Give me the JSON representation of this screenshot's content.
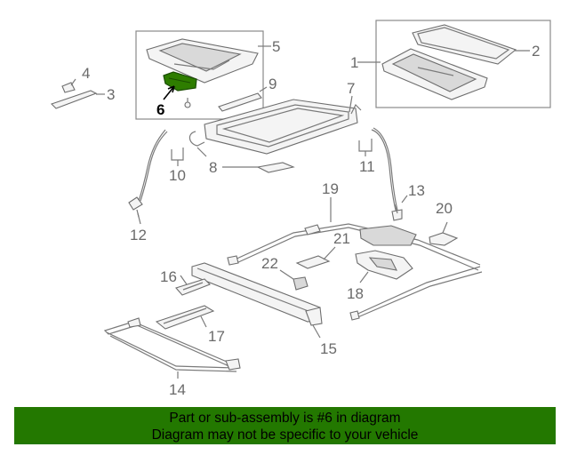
{
  "callouts": {
    "c1": "1",
    "c2": "2",
    "c3": "3",
    "c4": "4",
    "c5": "5",
    "c6": "6",
    "c7": "7",
    "c8": "8",
    "c9": "9",
    "c10": "10",
    "c11": "11",
    "c12": "12",
    "c13": "13",
    "c14": "14",
    "c15": "15",
    "c16": "16",
    "c17": "17",
    "c18": "18",
    "c19": "19",
    "c20": "20",
    "c21": "21",
    "c22": "22"
  },
  "highlight": {
    "callout": "6",
    "color": "#2e7d00"
  },
  "banner": {
    "line1": "Part or sub-assembly is #6 in diagram",
    "line2": "Diagram may not be specific to your vehicle",
    "background": "#237800"
  }
}
